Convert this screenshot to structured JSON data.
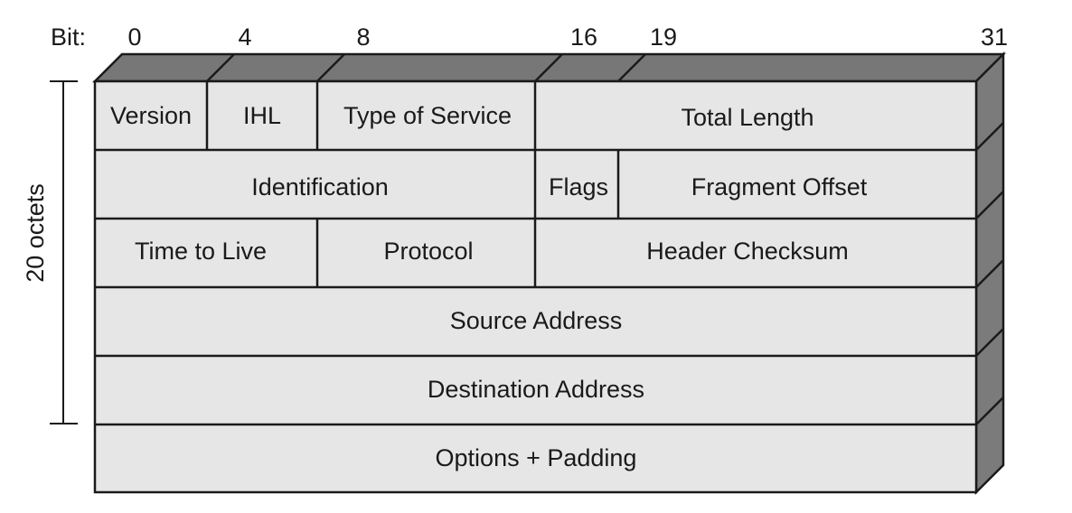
{
  "bit_label": "Bit:",
  "bit_ticks": [
    "0",
    "4",
    "8",
    "16",
    "19",
    "31"
  ],
  "side_label": "20 octets",
  "fields": {
    "version": "Version",
    "ihl": "IHL",
    "type_of_service": "Type of Service",
    "total_length": "Total Length",
    "identification": "Identification",
    "flags": "Flags",
    "fragment_offset": "Fragment Offset",
    "time_to_live": "Time to Live",
    "protocol": "Protocol",
    "header_checksum": "Header Checksum",
    "source_address": "Source Address",
    "destination_address": "Destination Address",
    "options_padding": "Options + Padding"
  },
  "colors": {
    "cell_fill": "#e6e6e6",
    "top_face": "#777777",
    "side_face": "#7b7b7b",
    "stroke": "#1a1a1a"
  }
}
